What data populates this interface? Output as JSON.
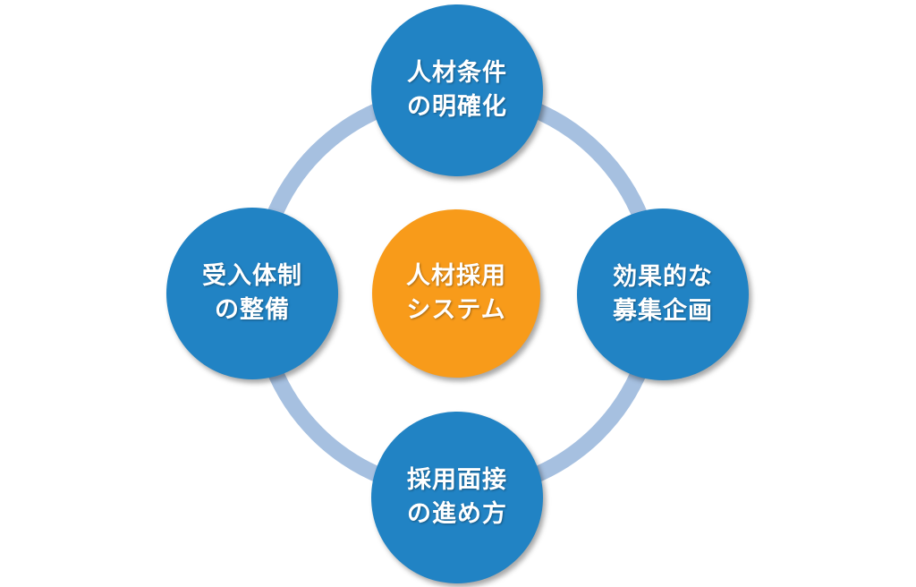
{
  "diagram": {
    "colors": {
      "ring": "#a6c0e0",
      "outer_node": "#2183c4",
      "center_node": "#f89b1a",
      "text": "#ffffff"
    },
    "center": {
      "line1": "人材採用",
      "line2": "システム"
    },
    "nodes": {
      "top": {
        "line1": "人材条件",
        "line2": "の明確化"
      },
      "right": {
        "line1": "効果的な",
        "line2": "募集企画"
      },
      "bottom": {
        "line1": "採用面接",
        "line2": "の進め方"
      },
      "left": {
        "line1": "受入体制",
        "line2": "の整備"
      }
    }
  }
}
